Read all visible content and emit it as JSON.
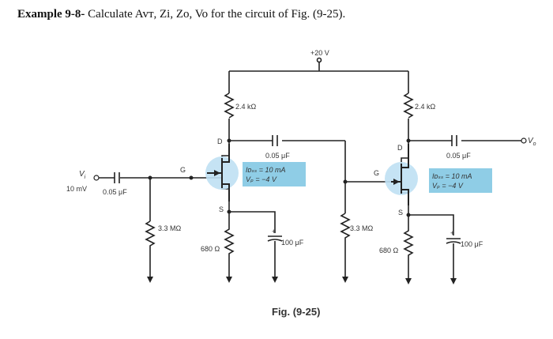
{
  "heading": {
    "label": "Example 9-8-",
    "text": "Calculate Avᴛ, Zi, Zo, Vo for the circuit of Fig. (9-25)."
  },
  "supply": "+20 V",
  "input": {
    "vi": "V",
    "vi_sub": "i",
    "amplitude": "10 mV",
    "coupling_cap": "0.05 μF"
  },
  "stage1": {
    "gate_label": "G",
    "drain_label": "D",
    "source_label": "S",
    "rd": "2.4 kΩ",
    "rg": "3.3 MΩ",
    "rs": "680 Ω",
    "cs": "100 μF",
    "coupling_cap": "0.05 μF",
    "idss": "Iᴅₛₛ = 10 mA",
    "vp": "Vₚ = −4 V"
  },
  "stage2": {
    "gate_label": "G",
    "drain_label": "D",
    "source_label": "S",
    "rd": "2.4 kΩ",
    "rg": "3.3 MΩ",
    "rs": "680 Ω",
    "cs": "100 μF",
    "coupling_cap": "0.05 μF",
    "idss": "Iᴅₛₛ = 10 mA",
    "vp": "Vₚ = −4 V"
  },
  "output": {
    "vo": "V",
    "vo_sub": "o"
  },
  "caption": "Fig. (9-25)",
  "colors": {
    "transistor_fill": "#bfe0f3",
    "param_box": "#8fcde6",
    "io_label": "#4a9fd0"
  }
}
